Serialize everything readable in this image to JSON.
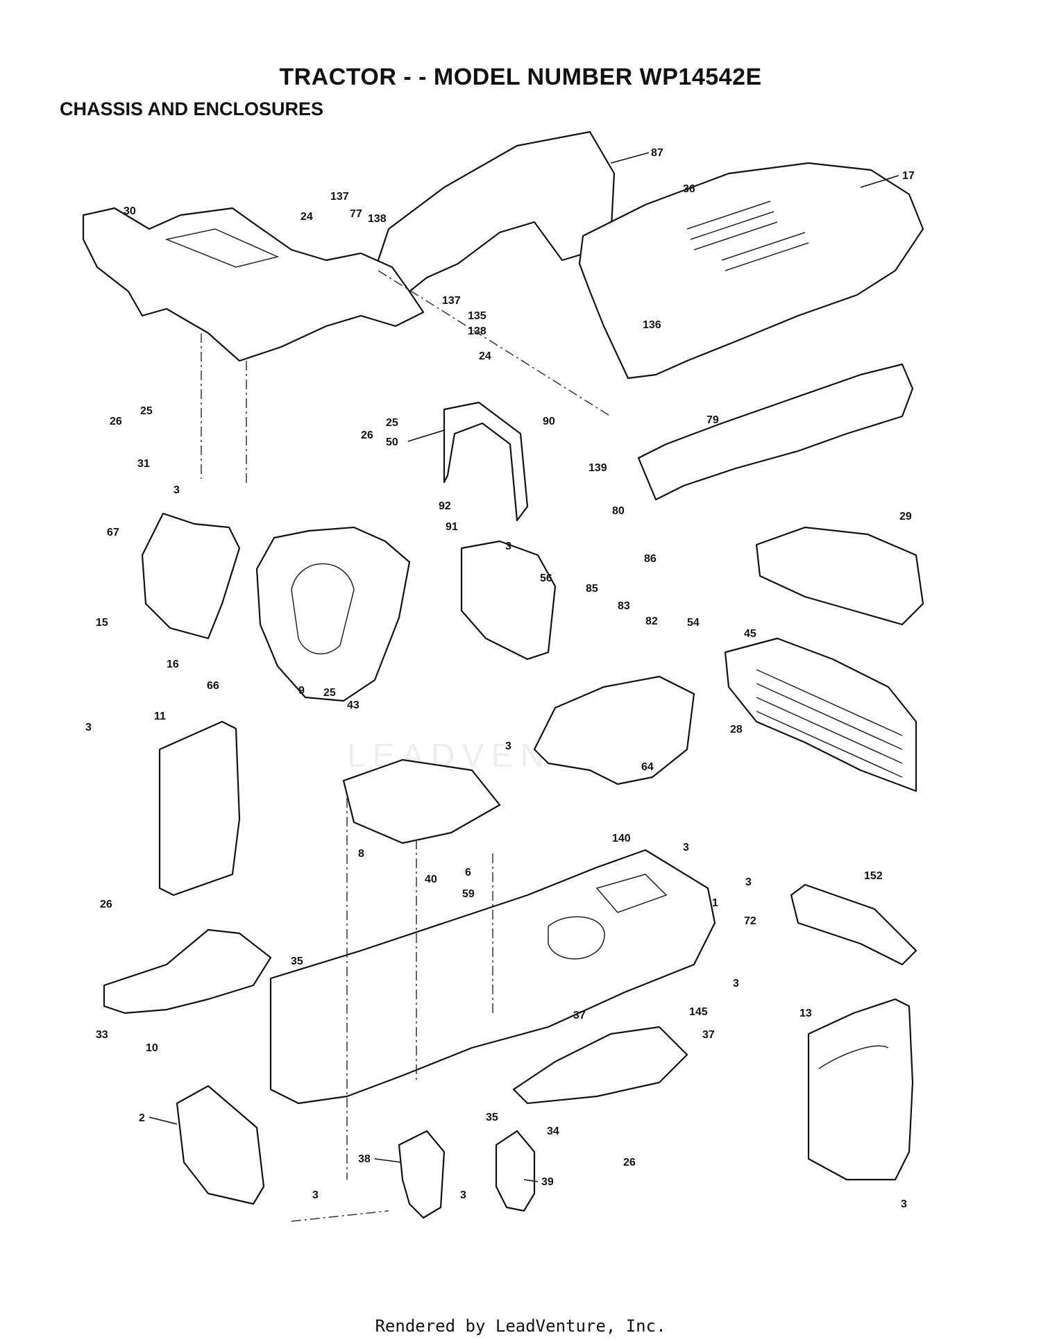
{
  "header": {
    "title": "TRACTOR - - MODEL NUMBER WP14542E",
    "subtitle": "CHASSIS AND ENCLOSURES"
  },
  "footer": {
    "text": "Rendered by LeadVenture, Inc."
  },
  "watermark": {
    "text": "LEADVENTURE"
  },
  "callouts": [
    "87",
    "17",
    "36",
    "30",
    "137",
    "77",
    "138",
    "24",
    "137",
    "135",
    "138",
    "136",
    "24",
    "25",
    "26",
    "25",
    "26",
    "90",
    "50",
    "79",
    "139",
    "31",
    "3",
    "92",
    "91",
    "80",
    "86",
    "3",
    "29",
    "67",
    "56",
    "85",
    "83",
    "82",
    "15",
    "16",
    "66",
    "9",
    "25",
    "43",
    "54",
    "45",
    "28",
    "11",
    "3",
    "3",
    "64",
    "140",
    "3",
    "3",
    "8",
    "40",
    "6",
    "59",
    "1",
    "152",
    "72",
    "26",
    "35",
    "33",
    "10",
    "37",
    "145",
    "37",
    "3",
    "13",
    "2",
    "35",
    "34",
    "26",
    "3",
    "38",
    "3",
    "39",
    "3"
  ]
}
